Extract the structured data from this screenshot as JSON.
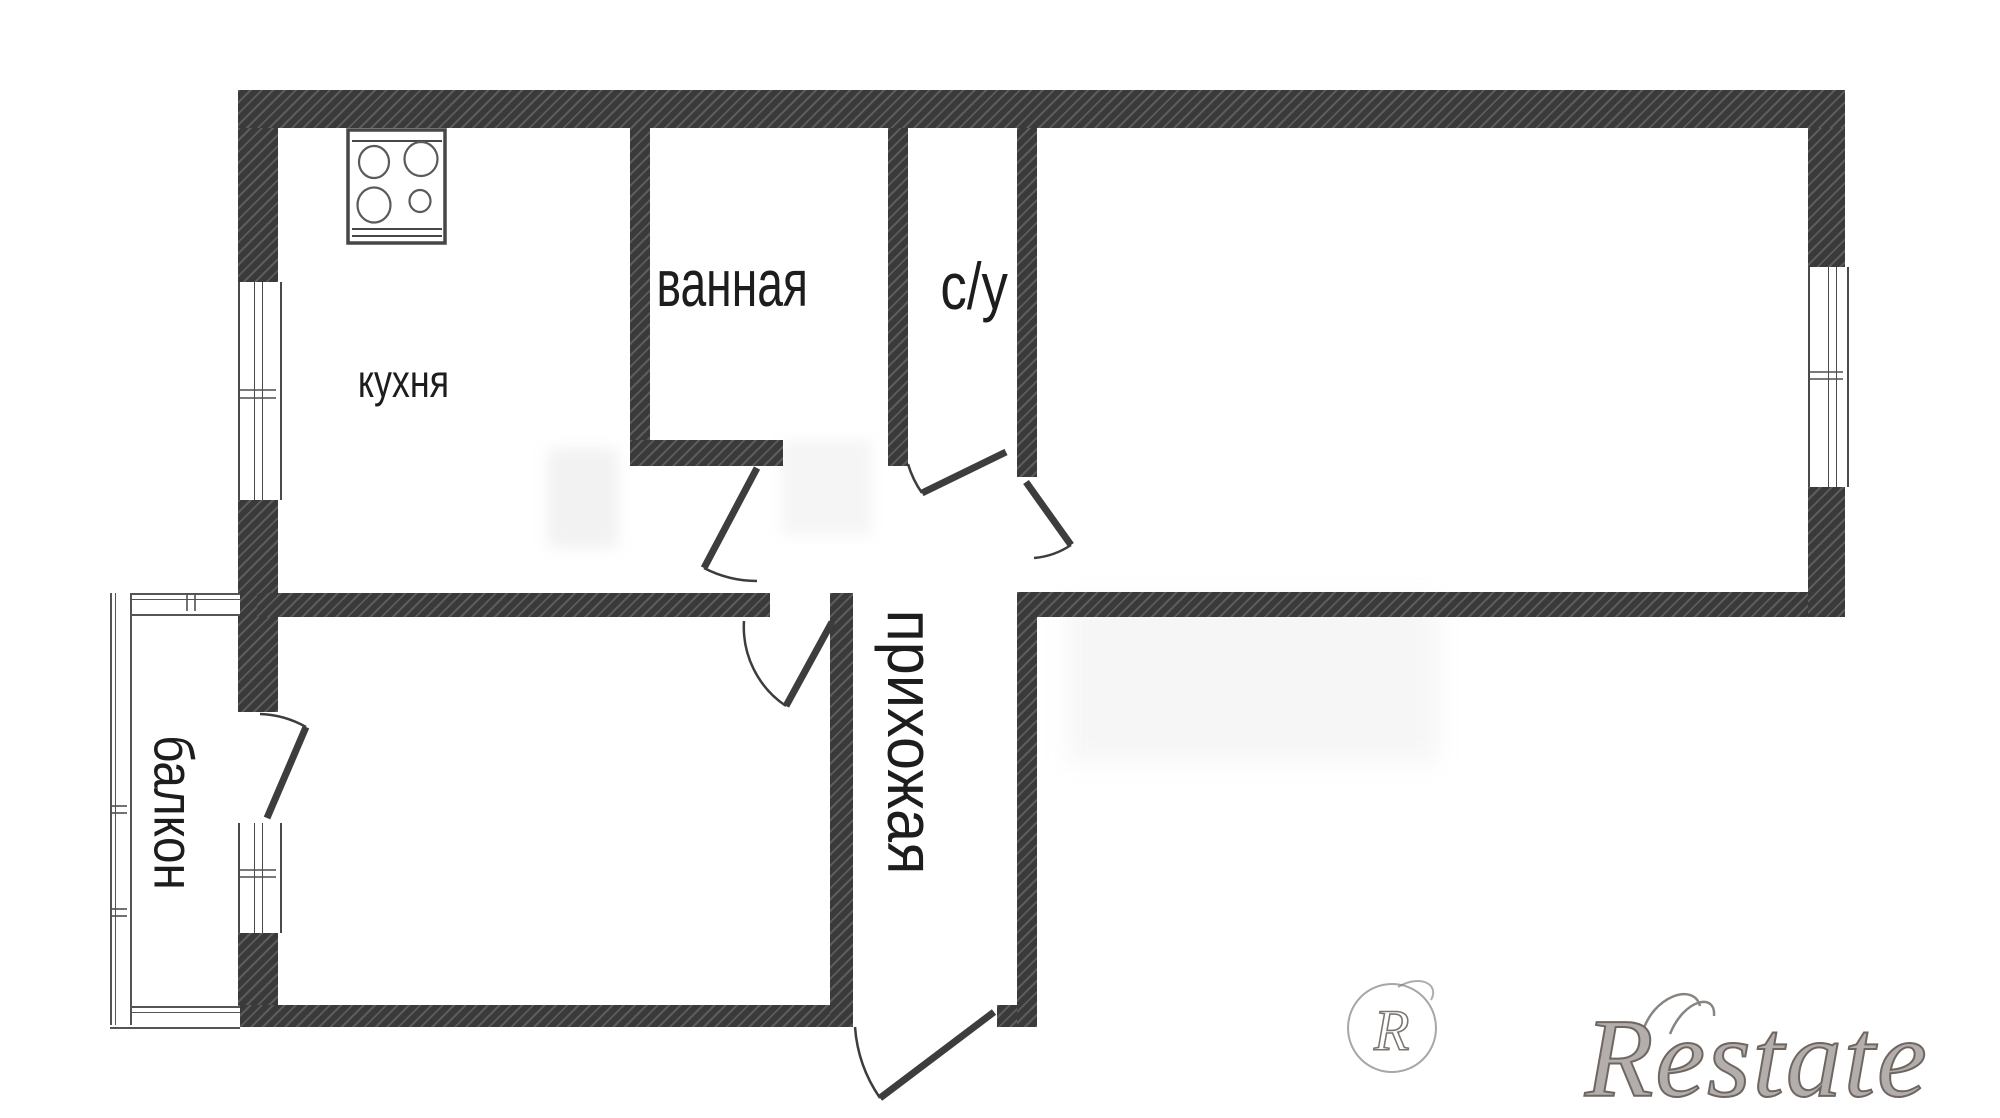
{
  "rooms": {
    "kitchen": {
      "label": "кухня"
    },
    "bathroom": {
      "label": "ванная"
    },
    "toilet": {
      "label": "с/у"
    },
    "hallway": {
      "label": "прихожая"
    },
    "balcony": {
      "label": "балкон"
    }
  },
  "watermark": {
    "brand": "Restate",
    "emblem_letter": "R"
  },
  "colors": {
    "wall": "#3a3a3a",
    "thin_line": "#4f4f4f",
    "label_text": "#1d1d1d",
    "background": "#ffffff",
    "watermark_outline": "#6e6661"
  }
}
